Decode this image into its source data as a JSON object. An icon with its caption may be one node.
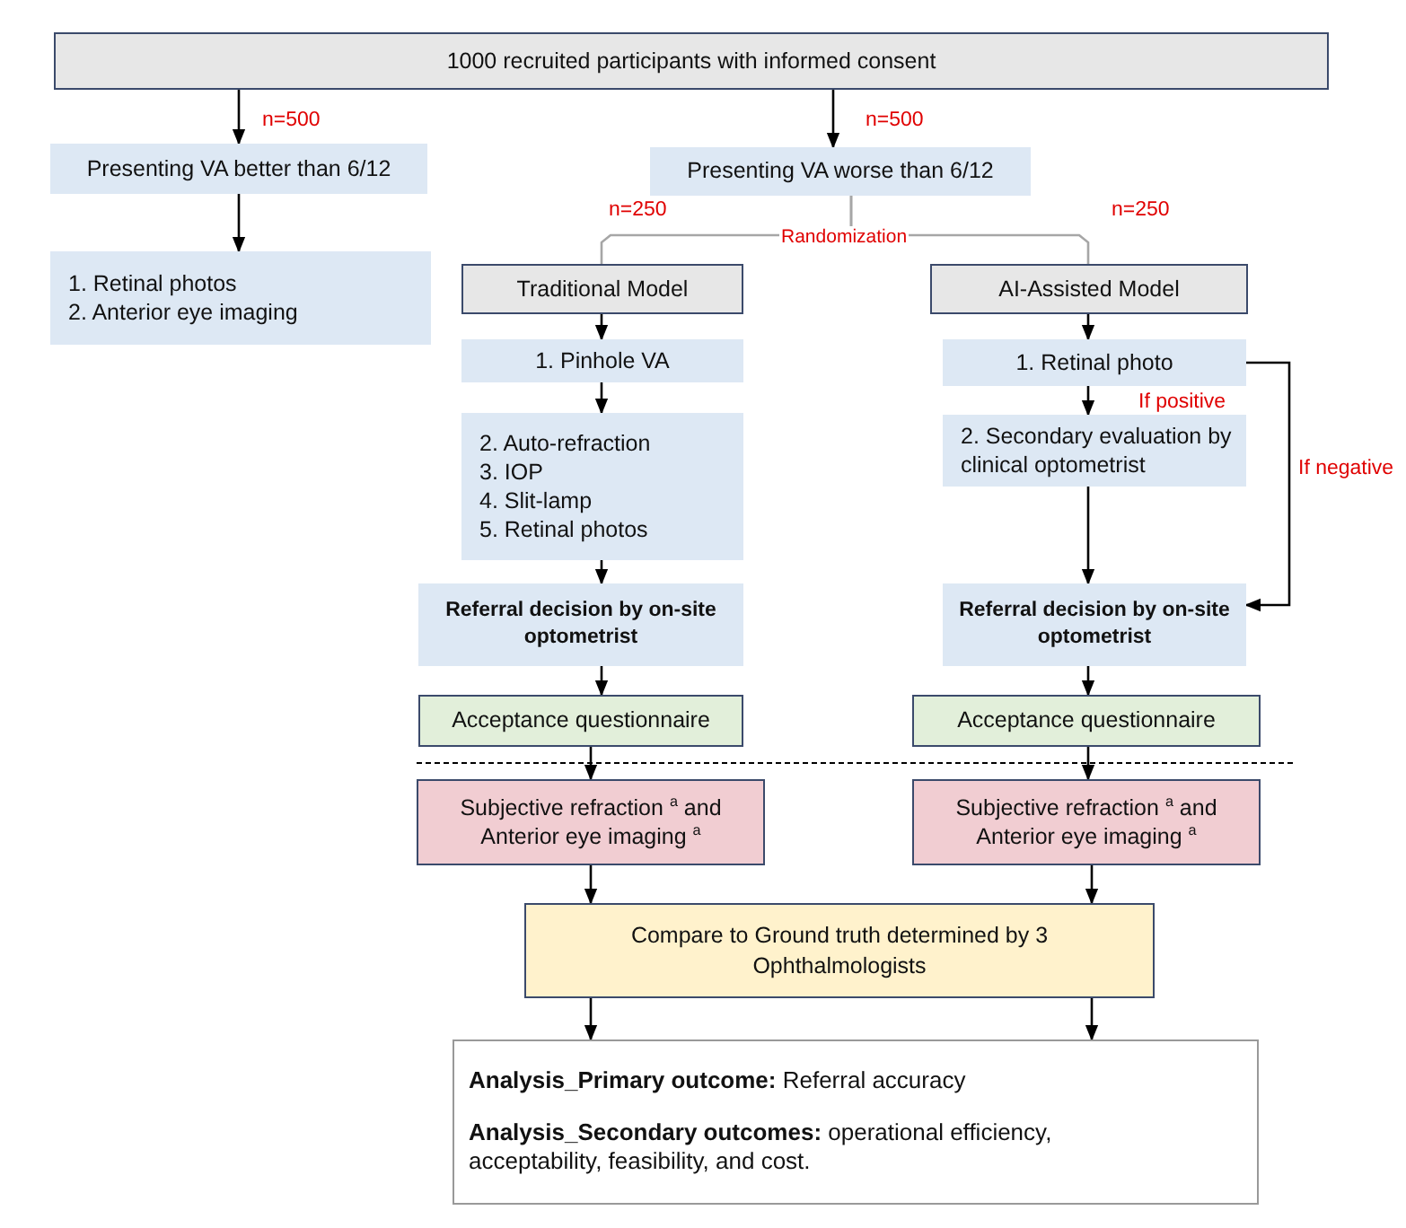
{
  "diagram": {
    "nodes": [
      {
        "text": [
          "1000 recruited participants with informed consent"
        ]
      },
      {
        "text": [
          "Presenting VA better than 6/12"
        ]
      },
      {
        "text": [
          "1. Retinal photos",
          "2. Anterior eye imaging"
        ]
      },
      {
        "text": [
          "Presenting VA worse than 6/12"
        ]
      },
      {
        "text": [
          "Traditional Model"
        ]
      },
      {
        "text": [
          "AI-Assisted Model"
        ]
      },
      {
        "text": [
          "1. Pinhole VA"
        ]
      },
      {
        "text": [
          "2. Auto-refraction",
          "3. IOP",
          "4. Slit-lamp",
          "5. Retinal photos"
        ]
      },
      {
        "text": [
          "Referral decision by on-site optometrist"
        ]
      },
      {
        "text": [
          "Acceptance questionnaire"
        ]
      },
      {
        "text": [
          "1. Retinal photo"
        ]
      },
      {
        "text": [
          "2. Secondary evaluation by clinical optometrist"
        ]
      },
      {
        "text": [
          "Referral decision by on-site optometrist"
        ]
      },
      {
        "text": [
          "Acceptance questionnaire"
        ]
      },
      {
        "text": [
          "Subjective refraction $^{a}$ and Anterior eye imaging $^{a}$"
        ]
      },
      {
        "text": [
          "Subjective refraction $^{a}$ and Anterior eye imaging $^{a}$"
        ]
      },
      {
        "text": [
          "Compare to Ground truth determined by 3 Ophthalmologists"
        ]
      },
      {
        "text": [
          "**Analysis_Primary outcome:** Referral accuracy",
          "**Analysis_Secondary outcomes:** operational efficiency, acceptability, feasibility, and cost."
        ]
      }
    ],
    "edges": [
      {
        "from": 0,
        "to": 1,
        "arrow": "to",
        "label": "n=500"
      },
      {
        "from": 0,
        "to": 3,
        "arrow": "to",
        "label": "n=500"
      },
      {
        "from": 1,
        "to": 2,
        "arrow": "to"
      },
      {
        "from": 3,
        "to": 4,
        "arrow": "none",
        "label": "n=250",
        "color": "#a6a6a6"
      },
      {
        "from": 3,
        "to": 5,
        "arrow": "none",
        "label": "n=250",
        "color": "#a6a6a6"
      },
      {
        "from": 4,
        "to": 6,
        "arrow": "to"
      },
      {
        "from": 6,
        "to": 7,
        "arrow": "to"
      },
      {
        "from": 7,
        "to": 8,
        "arrow": "to"
      },
      {
        "from": 8,
        "to": 9,
        "arrow": "to"
      },
      {
        "from": 9,
        "to": 14,
        "arrow": "to"
      },
      {
        "from": 5,
        "to": 10,
        "arrow": "to"
      },
      {
        "from": 10,
        "to": 11,
        "arrow": "to",
        "label": "If positive"
      },
      {
        "from": 10,
        "to": 12,
        "arrow": "to",
        "label": "If negative"
      },
      {
        "from": 11,
        "to": 12,
        "arrow": "to"
      },
      {
        "from": 12,
        "to": 13,
        "arrow": "to"
      },
      {
        "from": 13,
        "to": 15,
        "arrow": "to"
      },
      {
        "from": 14,
        "to": 16,
        "arrow": "to"
      },
      {
        "from": 15,
        "to": 16,
        "arrow": "to"
      },
      {
        "from": 16,
        "to": 17,
        "arrow": "to"
      },
      {
        "from": 16,
        "to": 17,
        "arrow": "to"
      }
    ],
    "labels": [
      "Randomization"
    ]
  }
}
